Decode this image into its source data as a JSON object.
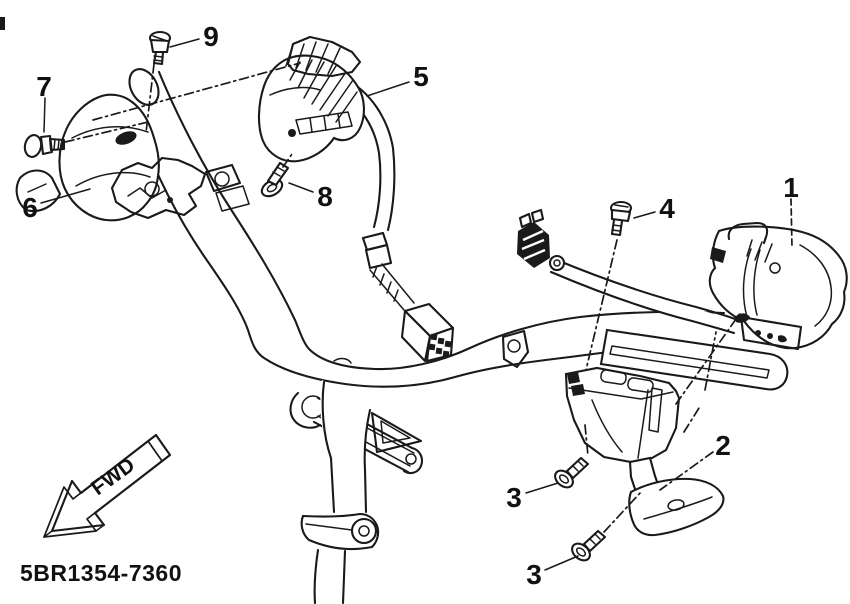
{
  "diagram": {
    "figure_code": "5BR1354-7360",
    "direction_label": "FWD",
    "ink_color": "#1a1a1a",
    "background_color": "#ffffff",
    "callouts": [
      {
        "id": "1"
      },
      {
        "id": "2"
      },
      {
        "id": "3"
      },
      {
        "id": "3"
      },
      {
        "id": "4"
      },
      {
        "id": "5"
      },
      {
        "id": "6"
      },
      {
        "id": "7"
      },
      {
        "id": "8"
      },
      {
        "id": "9"
      }
    ]
  }
}
